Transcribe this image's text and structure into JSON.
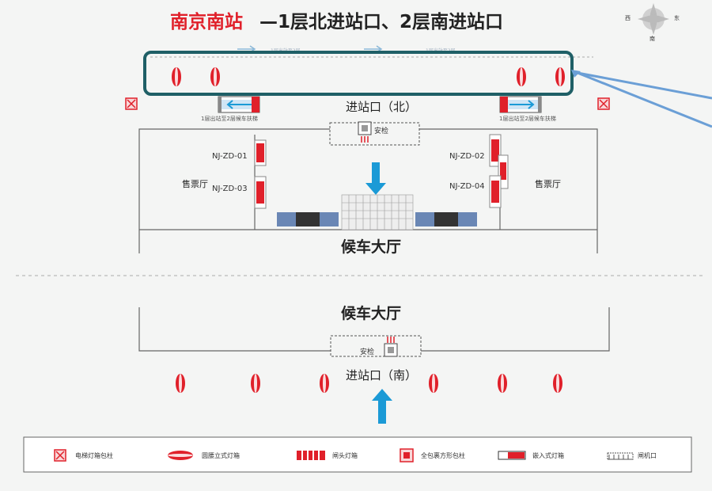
{
  "title": {
    "station": "南京南站",
    "subtitle": "—1层北进站口、2层南进站口"
  },
  "compass": {
    "west": "西",
    "east": "东",
    "south": "南"
  },
  "north": {
    "gate_label": "进站口（北）",
    "security_label": "安检",
    "escalator_left_label": "1层出站至2层候车扶梯",
    "escalator_right_label": "1层出站至2层候车扶梯",
    "ticket_hall_left": "售票厅",
    "ticket_hall_right": "售票厅",
    "ads": [
      "NJ-ZD-01",
      "NJ-ZD-03",
      "NJ-ZD-02",
      "NJ-ZD-04"
    ],
    "waiting_hall": "候车大厅"
  },
  "south": {
    "waiting_hall": "候车大厅",
    "security_label": "安检",
    "gate_label": "进站口（南）"
  },
  "legend": [
    {
      "icon": "elevator-pillar-icon",
      "label": "电梯灯箱包柱"
    },
    {
      "icon": "oval-lightbox-icon",
      "label": "圆腰立式灯箱"
    },
    {
      "icon": "gate-lightbox-icon",
      "label": "闸头灯箱"
    },
    {
      "icon": "square-pillar-icon",
      "label": "全包裹方形包柱"
    },
    {
      "icon": "embedded-lightbox-icon",
      "label": "嵌入式灯箱"
    },
    {
      "icon": "gate-machine-icon",
      "label": "闸机口"
    }
  ],
  "colors": {
    "red": "#e0202a",
    "highlight": "#1f5f66",
    "arrow": "#1b9ad6",
    "pointer": "#6b9fd6"
  }
}
